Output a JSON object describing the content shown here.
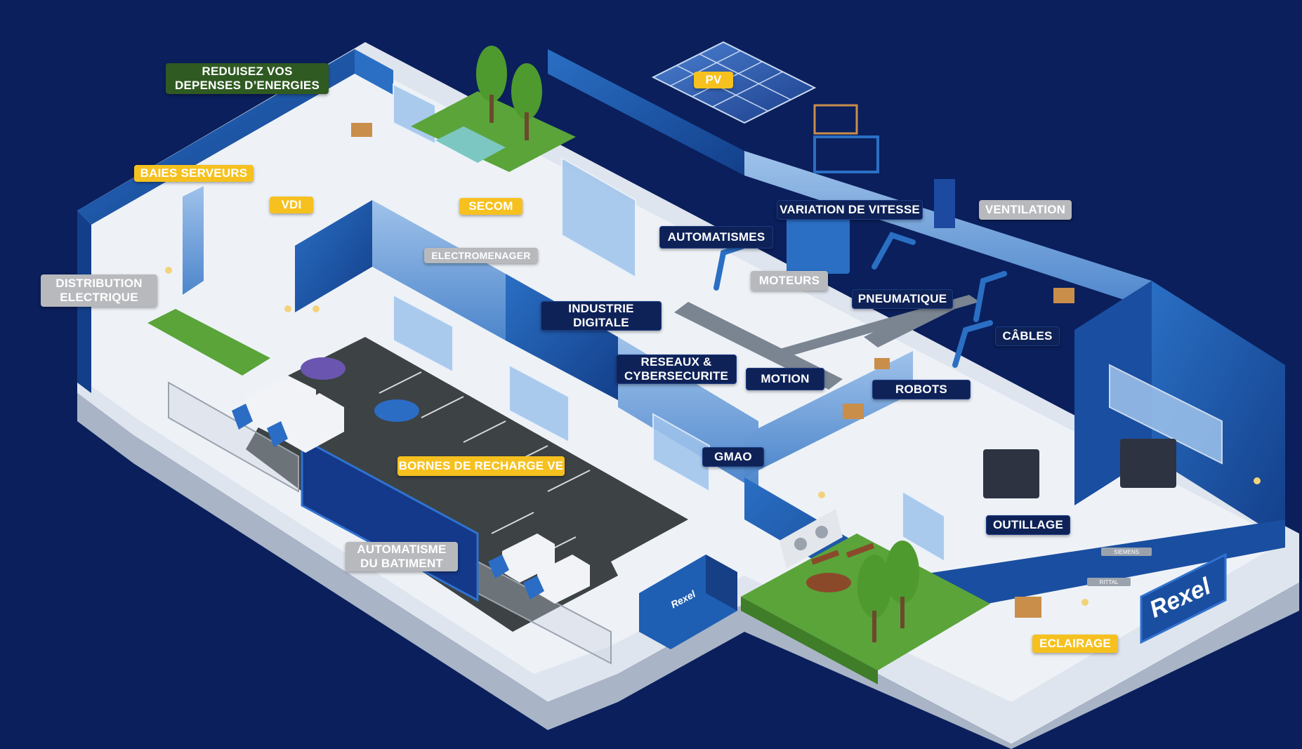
{
  "labels": {
    "reduisez": "REDUISEZ VOS\nDEPENSES D’ENERGIES",
    "baies_serveurs": "BAIES SERVEURS",
    "vdi": "VDI",
    "secom": "SECOM",
    "distribution_electrique": "DISTRIBUTION\nELECTRIQUE",
    "electromenager": "ELECTROMENAGER",
    "pv": "PV",
    "variation_de_vitesse": "VARIATION DE VITESSE",
    "ventilation": "VENTILATION",
    "automatismes": "AUTOMATISMES",
    "moteurs": "MOTEURS",
    "pneumatique": "PNEUMATIQUE",
    "industrie_digitale": "INDUSTRIE\nDIGITALE",
    "cables": "CÂBLES",
    "reseaux_cybersecurite": "RESEAUX &\nCYBERSECURITE",
    "motion": "MOTION",
    "robots": "ROBOTS",
    "gmao": "GMAO",
    "bornes_recharge_ve": "BORNES DE RECHARGE VE",
    "outillage": "OUTILLAGE",
    "automatisme_batiment": "AUTOMATISME\nDU BATIMENT",
    "eclairage": "ECLAIRAGE"
  },
  "brand": {
    "wall_logo": "Rexel",
    "container_logo": "Rexel",
    "siemens": "SIEMENS",
    "rittal": "RITTAL"
  },
  "colors": {
    "background": "#0a1f5c",
    "label_yellow": "#f6c11f",
    "label_grey": "#b7b9bd",
    "label_navy": "#0e2257",
    "label_green": "#2f5a22",
    "wall_blue": "#1f5fb3",
    "floor": "#eef2f7",
    "grass": "#5aa43a",
    "asphalt": "#3d4244"
  }
}
